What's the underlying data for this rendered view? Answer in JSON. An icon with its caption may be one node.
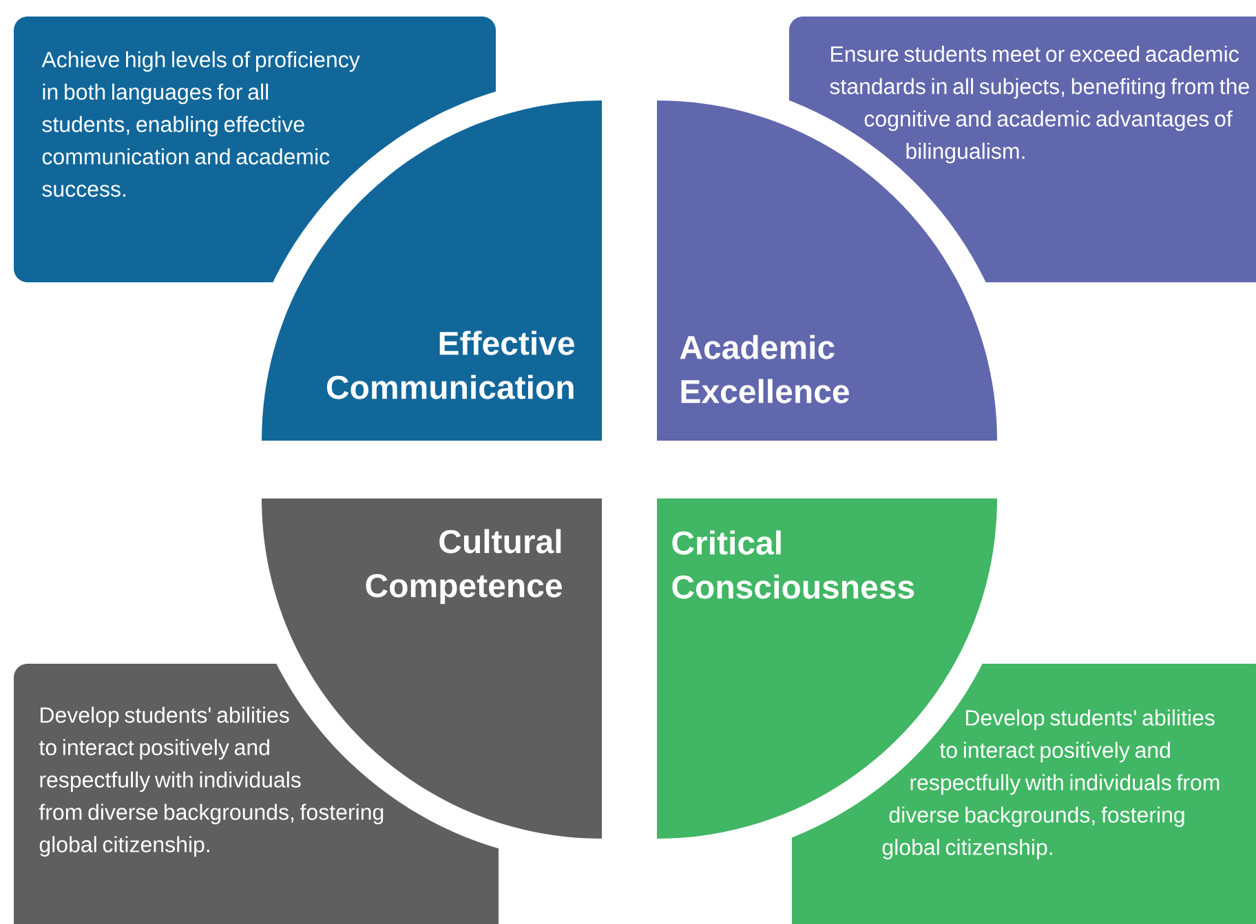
{
  "diagram": {
    "nodes": [
      {
        "text": [
          "Achieve high levels of proficiency in both languages for all students, enabling effective communication and academic success."
        ]
      },
      {
        "text": [
          "Effective Communication"
        ]
      },
      {
        "text": [
          "Ensure students meet or exceed academic standards in all subjects, benefiting from the cognitive and academic advantages of bilingualism."
        ]
      },
      {
        "text": [
          "Academic Excellence"
        ]
      },
      {
        "text": [
          "Cultural Competence"
        ]
      },
      {
        "text": [
          "Critical Consciousness"
        ]
      },
      {
        "text": [
          "Develop students' abilities to interact positively and respectfully with individuals from diverse backgrounds, fostering global citizenship."
        ]
      },
      {
        "text": [
          "Develop students' abilities to interact positively and respectfully with individuals from diverse backgrounds, fostering global citizenship."
        ]
      }
    ]
  }
}
